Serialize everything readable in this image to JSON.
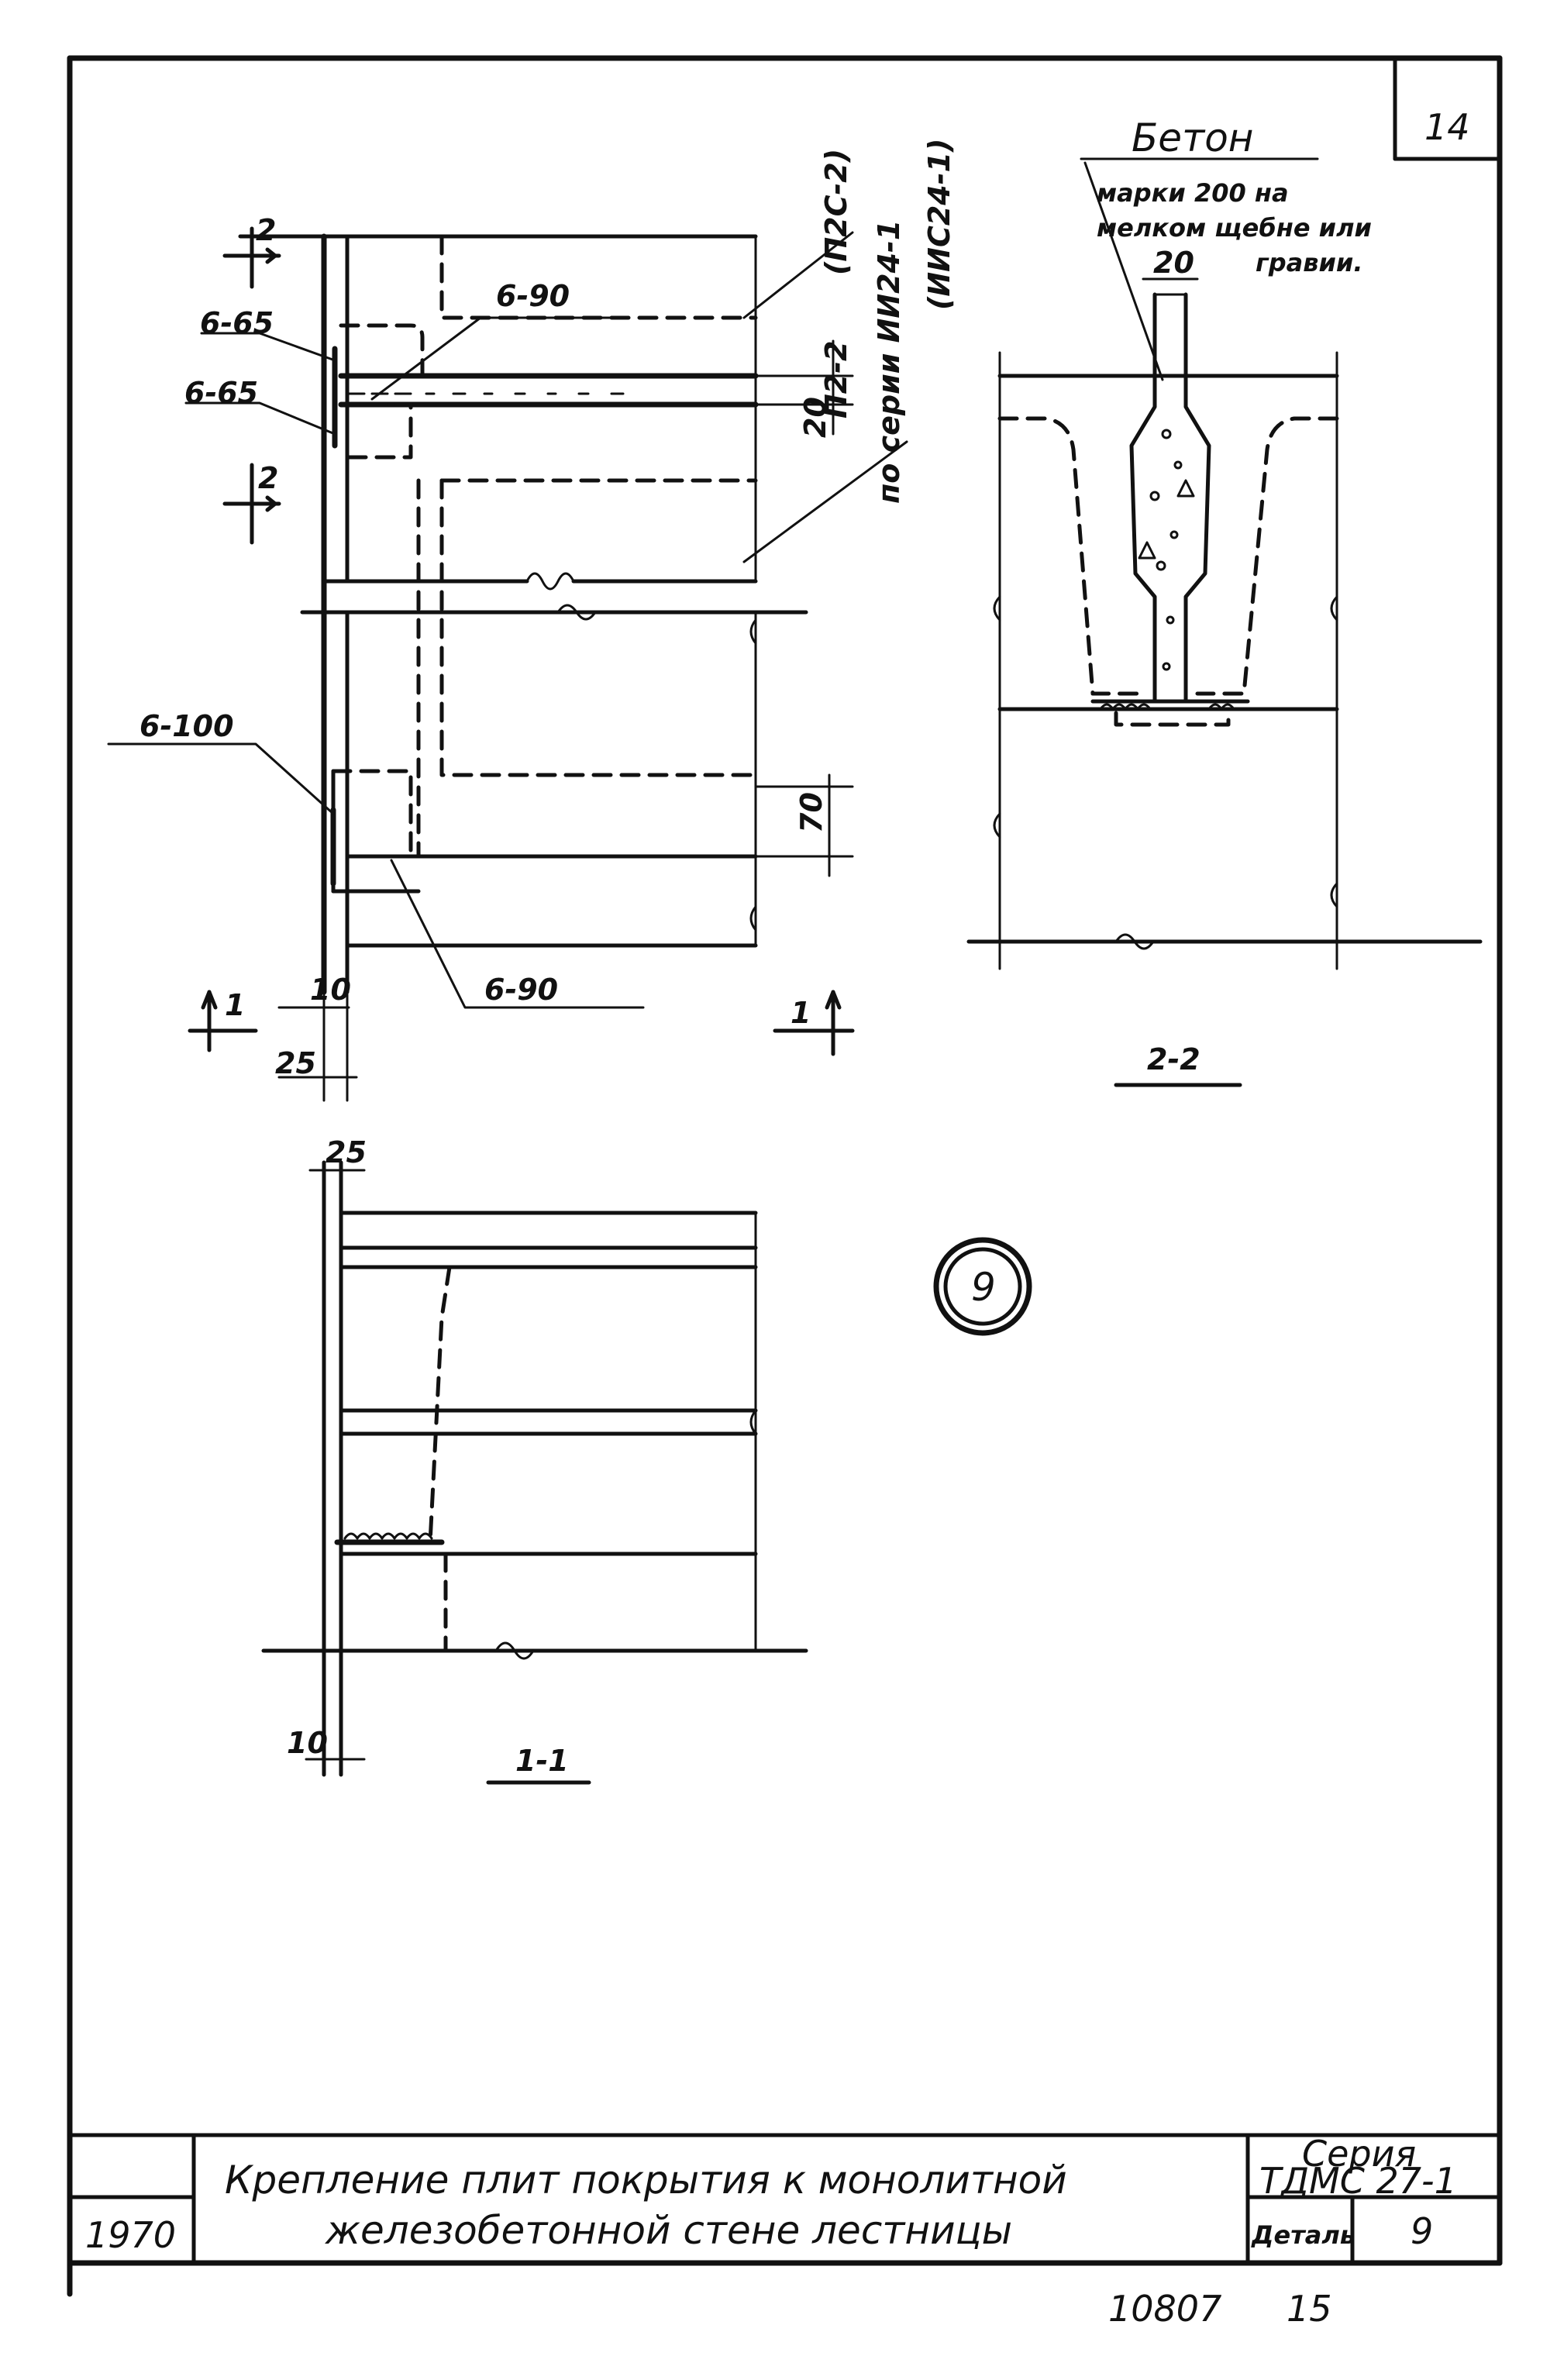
{
  "sheet": {
    "page_number": "14",
    "year": "1970",
    "inventory_number": "10807",
    "inventory_sheet": "15",
    "title_line1": "Крепление плит покрытия к монолитной",
    "title_line2": "железобетонной стене лестницы",
    "series_label": "Серия",
    "series_value": "ТДМС 27-1",
    "detail_label": "Деталь",
    "detail_value": "9",
    "detail_marker": "9"
  },
  "plan_view": {
    "labels": {
      "weld_top_a": "6-65",
      "weld_top_b": "6-65",
      "weld_top_c": "6-90",
      "weld_bottom_a": "6-100",
      "weld_bottom_b": "6-90",
      "slab_mark": "П2-2",
      "slab_mark_alt": "(П2С-2)",
      "series_ref": "по серии ИИ24-1",
      "series_ref_alt": "(ИИС24-1)",
      "dim_gap": "20",
      "dim_depth": "70",
      "dim_10": "10",
      "dim_25": "25",
      "cut_2_top": "2",
      "cut_2_bottom": "2",
      "cut_1_left": "1",
      "cut_1_right": "1"
    }
  },
  "section_2_2": {
    "caption": "2-2",
    "concrete_title": "Бетон",
    "concrete_line1": "марки 200 на",
    "concrete_line2": "мелком щебне или",
    "concrete_line3": "гравии.",
    "dim_joint": "20"
  },
  "section_1_1": {
    "caption": "1-1",
    "dim_25": "25",
    "dim_10": "10"
  }
}
